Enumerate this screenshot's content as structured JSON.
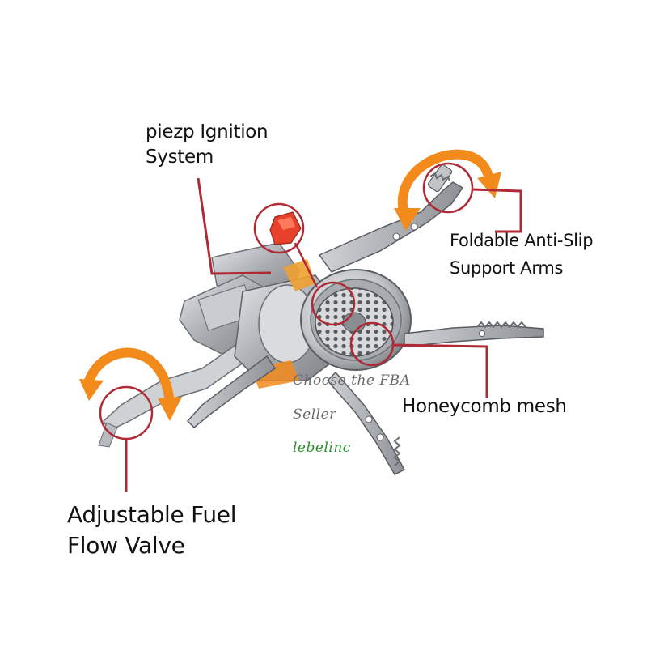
{
  "labels": {
    "ignition": [
      "piezp Ignition",
      "System"
    ],
    "arms": [
      "Foldable Anti-Slip",
      "Support Arms"
    ],
    "mesh": "Honeycomb mesh",
    "valve": [
      "Adjustable Fuel",
      "Flow Valve"
    ]
  },
  "watermark": {
    "line1": "Choose the FBA",
    "line2": "Seller",
    "line3": "lebelinc"
  },
  "colors": {
    "callout_line": "#b02a35",
    "arrow": "#f28a1c",
    "ignition_button": "#e8402a",
    "flame_accent": "#f0a030",
    "metal": "#b9bcc0"
  }
}
